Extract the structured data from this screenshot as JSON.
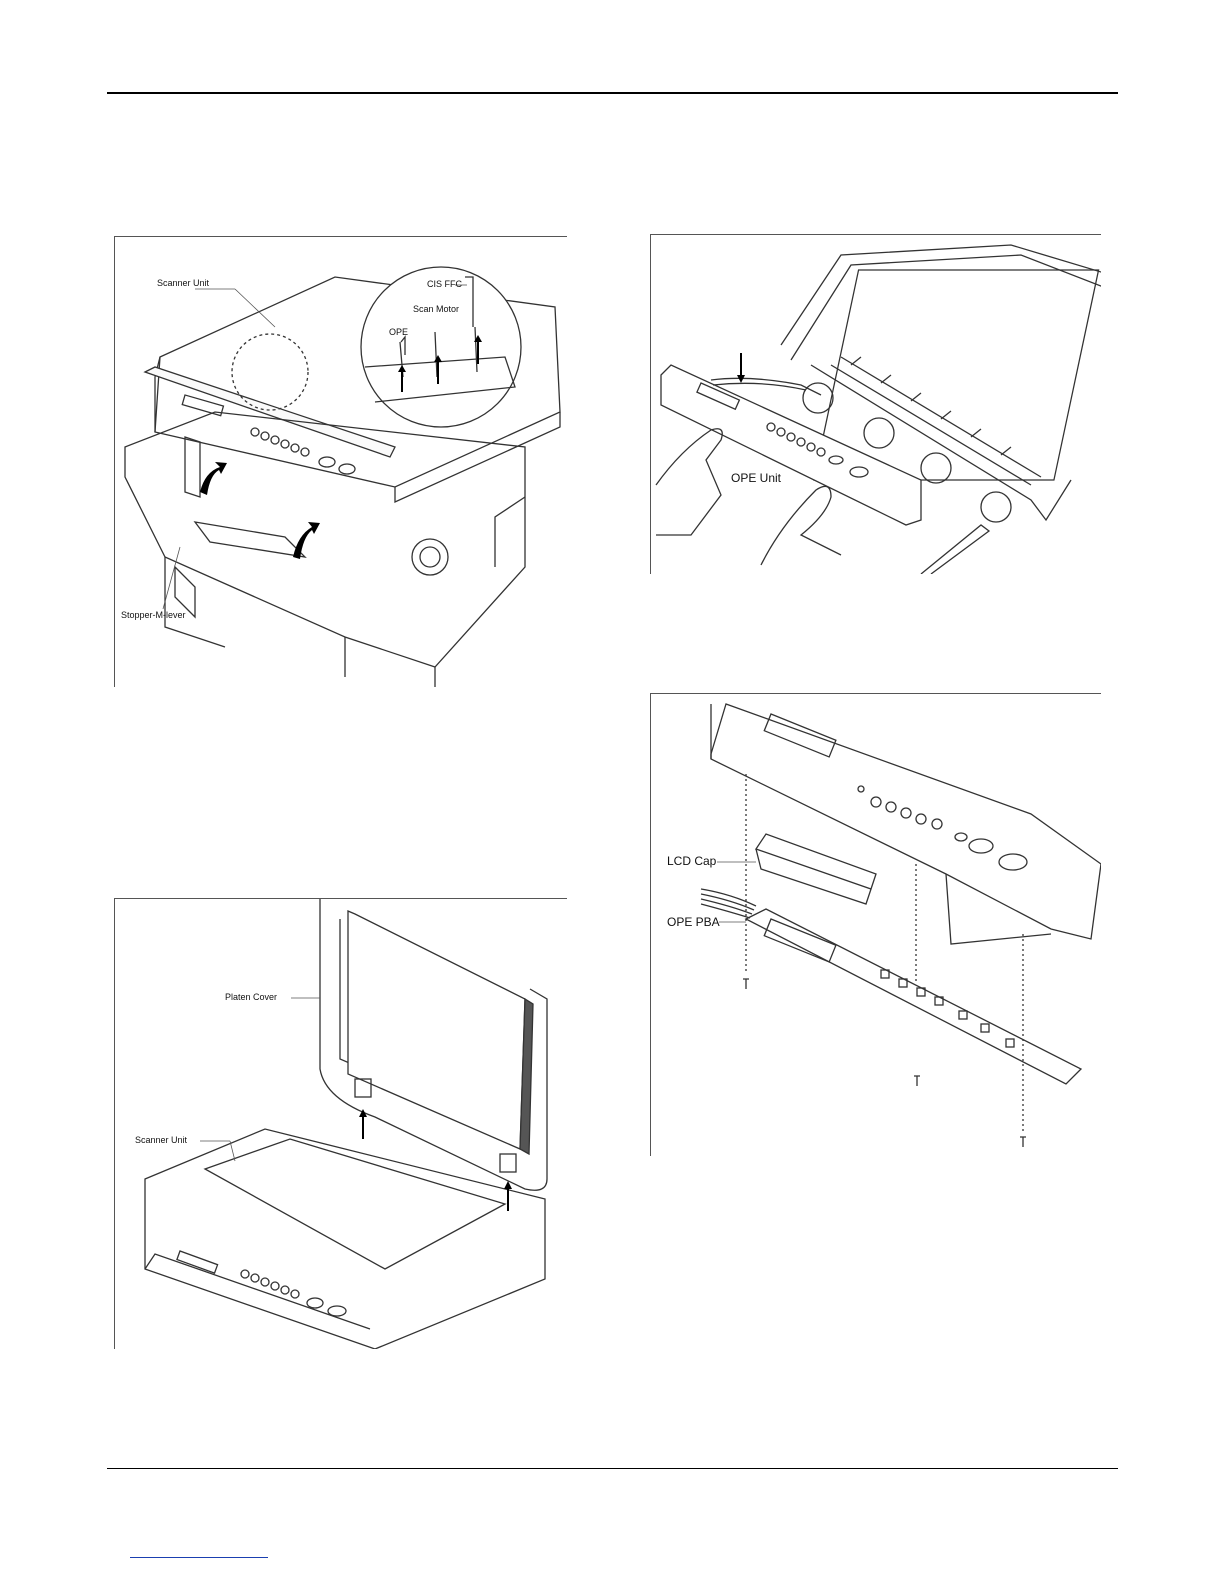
{
  "figures": {
    "fig1": {
      "labels": {
        "scanner_unit": "Scanner Unit",
        "cis_ffc": "CIS FFC",
        "scan_motor": "Scan Motor",
        "ope": "OPE",
        "stopper": "Stopper-M-lever"
      }
    },
    "fig2": {
      "labels": {
        "ope_unit": "OPE Unit"
      }
    },
    "fig3": {
      "labels": {
        "platen_cover": "Platen Cover",
        "scanner_unit": "Scanner Unit"
      }
    },
    "fig4": {
      "labels": {
        "lcd_cap": "LCD Cap",
        "ope_pba": "OPE PBA"
      }
    }
  },
  "colors": {
    "line": "#333333",
    "rule": "#000000",
    "link": "#1a3fb0"
  }
}
